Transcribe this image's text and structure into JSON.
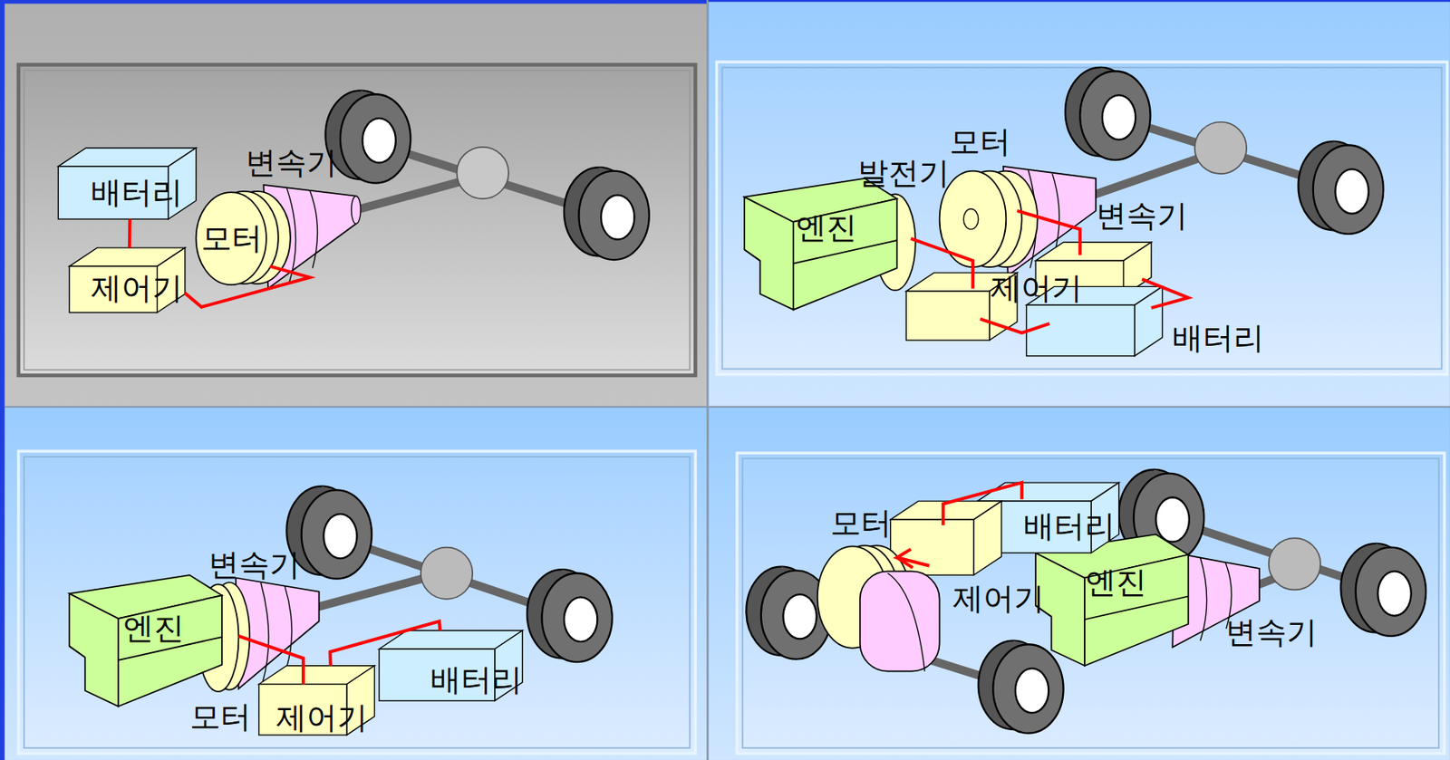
{
  "diagram": {
    "nodes": [
      {
        "text": [
          "배터리"
        ]
      },
      {
        "text": [
          "제어기"
        ]
      },
      {
        "text": [
          "모터"
        ]
      },
      {
        "text": [
          "엔진"
        ]
      },
      {
        "text": [
          "제어기"
        ]
      },
      {
        "text": [
          "엔진"
        ]
      },
      {
        "text": [
          "제어기"
        ]
      },
      {
        "text": [
          "배터리"
        ]
      },
      {
        "text": [
          "배터리"
        ]
      },
      {
        "text": [
          "엔진"
        ]
      }
    ],
    "edges": [
      {
        "from": 0,
        "to": 1,
        "arrow": "none"
      },
      {
        "from": 1,
        "to": 2,
        "arrow": "none"
      },
      {
        "from": 6,
        "to": 7,
        "arrow": "none"
      }
    ],
    "labels": [
      "변속기",
      "모터",
      "발전기",
      "변속기",
      "배터리",
      "변속기",
      "모터",
      "모터",
      "제어기",
      "변속기"
    ]
  }
}
